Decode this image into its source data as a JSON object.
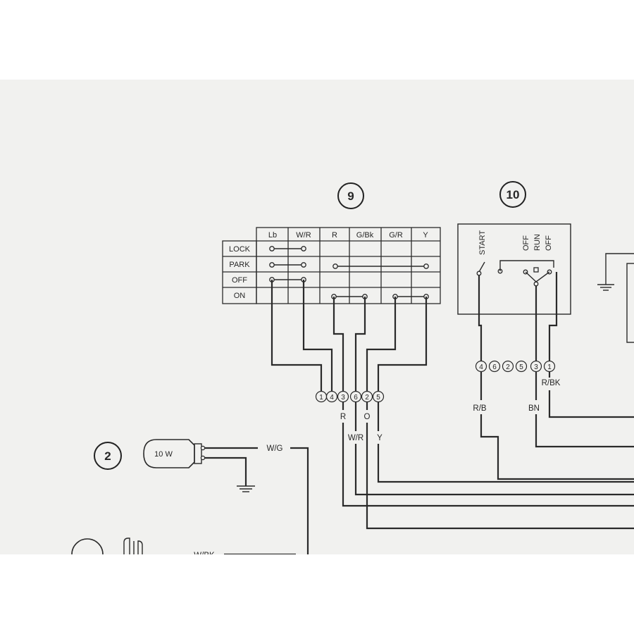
{
  "switch9": {
    "number": "9",
    "columns": [
      "Lb",
      "W/R",
      "R",
      "G/Bk",
      "G/R",
      "Y"
    ],
    "rows": [
      "LOCK",
      "PARK",
      "OFF",
      "ON"
    ],
    "connector_pins": [
      "1",
      "4",
      "3",
      "6",
      "2",
      "5"
    ],
    "wire_labels": [
      "R",
      "O",
      "W/R",
      "Y"
    ]
  },
  "switch10": {
    "number": "10",
    "positions": [
      "START",
      "OFF",
      "RUN",
      "OFF"
    ],
    "connector_pins": [
      "4",
      "6",
      "2",
      "5",
      "3",
      "1"
    ],
    "wire_labels": [
      "R/BK",
      "R/B",
      "BN"
    ]
  },
  "lamp2": {
    "number": "2",
    "rating": "10 W",
    "wire_label": "W/G"
  },
  "partial_label": "W/BK"
}
